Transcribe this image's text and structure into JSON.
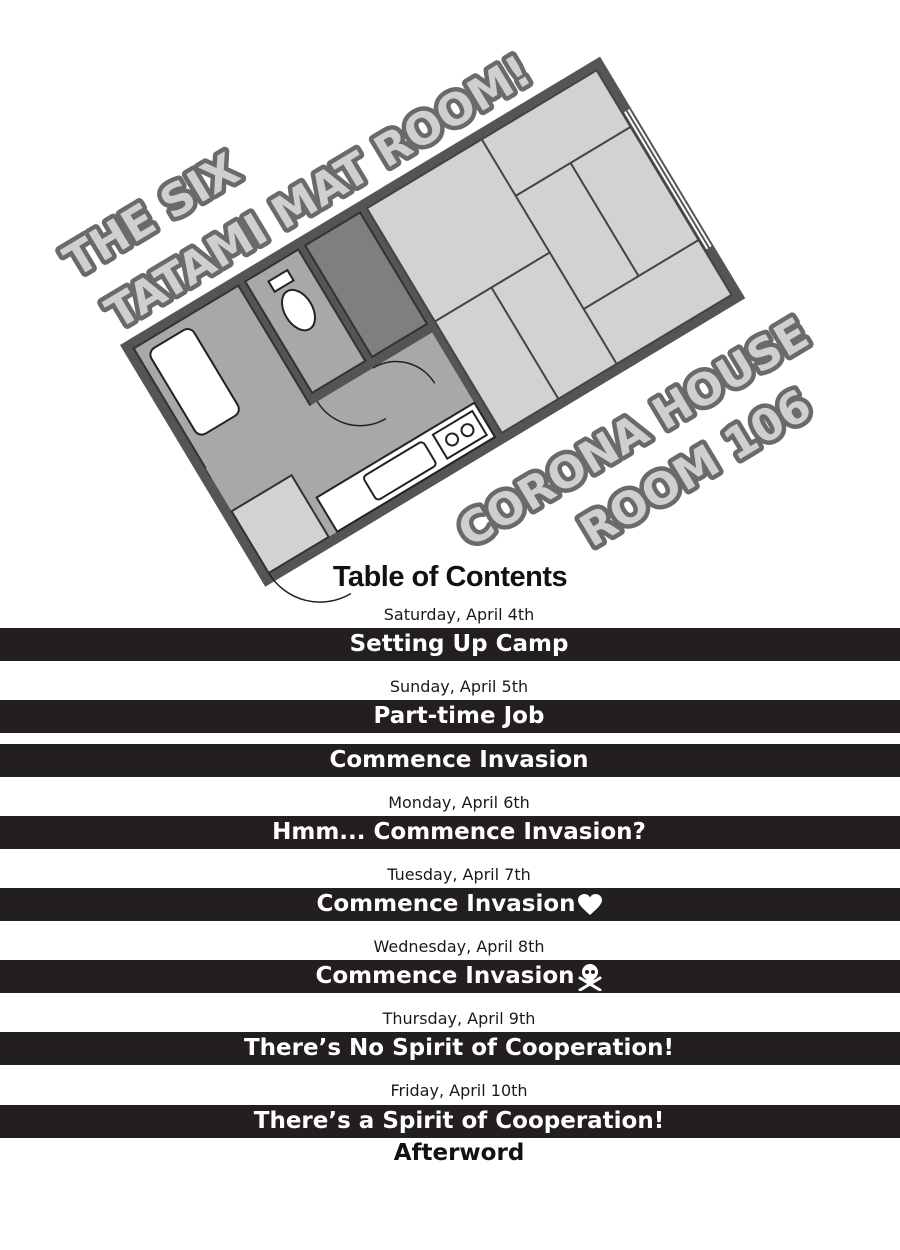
{
  "header": {
    "title_line1": "THE SIX",
    "title_line2": "TATAMI MAT ROOM!",
    "address_line1": "CORONA HOUSE",
    "address_line2": "ROOM 106"
  },
  "toc": {
    "heading": "Table of Contents",
    "entries": [
      {
        "date": "Saturday, April 4th",
        "chapters": [
          {
            "title": "Setting Up Camp"
          }
        ]
      },
      {
        "date": "Sunday, April 5th",
        "chapters": [
          {
            "title": "Part-time Job"
          },
          {
            "title": "Commence Invasion"
          }
        ]
      },
      {
        "date": "Monday, April 6th",
        "chapters": [
          {
            "title": "Hmm... Commence Invasion?"
          }
        ]
      },
      {
        "date": "Tuesday, April 7th",
        "chapters": [
          {
            "title": "Commence Invasion",
            "icon": "heart-icon"
          }
        ]
      },
      {
        "date": "Wednesday, April 8th",
        "chapters": [
          {
            "title": "Commence Invasion",
            "icon": "skull-crossbones-icon"
          }
        ]
      },
      {
        "date": "Thursday, April 9th",
        "chapters": [
          {
            "title": "There’s No Spirit of Cooperation!"
          }
        ]
      },
      {
        "date": "Friday, April 10th",
        "chapters": [
          {
            "title": "There’s a Spirit of Cooperation!"
          }
        ]
      }
    ],
    "afterword": "Afterword"
  },
  "colors": {
    "bar": "#231f20",
    "bar_text": "#ffffff",
    "wall": "#555555",
    "tatami": "#d2d2d2",
    "floor": "#a8a8a8",
    "closet": "#7f7f7f",
    "outline_text_fill": "#cfcfcf"
  }
}
